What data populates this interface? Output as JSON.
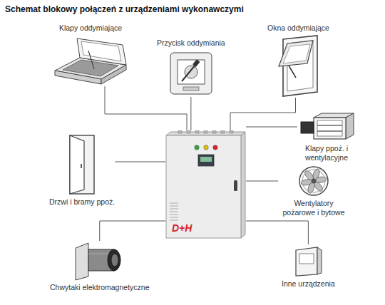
{
  "diagram": {
    "title": "Schemat blokowy połączeń z urządzeniami wykonawczymi",
    "nodes": [
      {
        "text": [
          "Klapy oddymiające"
        ]
      },
      {
        "text": [
          "Przycisk oddymiania"
        ]
      },
      {
        "text": [
          "Okna oddymiające"
        ]
      },
      {
        "text": [
          "D+H"
        ]
      },
      {
        "text": [
          "Klapy ppoż. i wentylacyjne"
        ]
      },
      {
        "text": [
          "Drzwi i bramy ppoż."
        ]
      },
      {
        "text": [
          "Wentylatory pożarowe i bytowe"
        ]
      },
      {
        "text": [
          "Chwytaki elektromagnetyczne"
        ]
      },
      {
        "text": [
          "Inne urządzenia"
        ]
      }
    ],
    "edges": [
      {
        "from": 3,
        "to": 0,
        "arrow": "none"
      },
      {
        "from": 3,
        "to": 1,
        "arrow": "none"
      },
      {
        "from": 3,
        "to": 2,
        "arrow": "none"
      },
      {
        "from": 3,
        "to": 4,
        "arrow": "none"
      },
      {
        "from": 3,
        "to": 5,
        "arrow": "none"
      },
      {
        "from": 3,
        "to": 6,
        "arrow": "none"
      },
      {
        "from": 3,
        "to": 7,
        "arrow": "none"
      },
      {
        "from": 3,
        "to": 8,
        "arrow": "none"
      }
    ]
  }
}
